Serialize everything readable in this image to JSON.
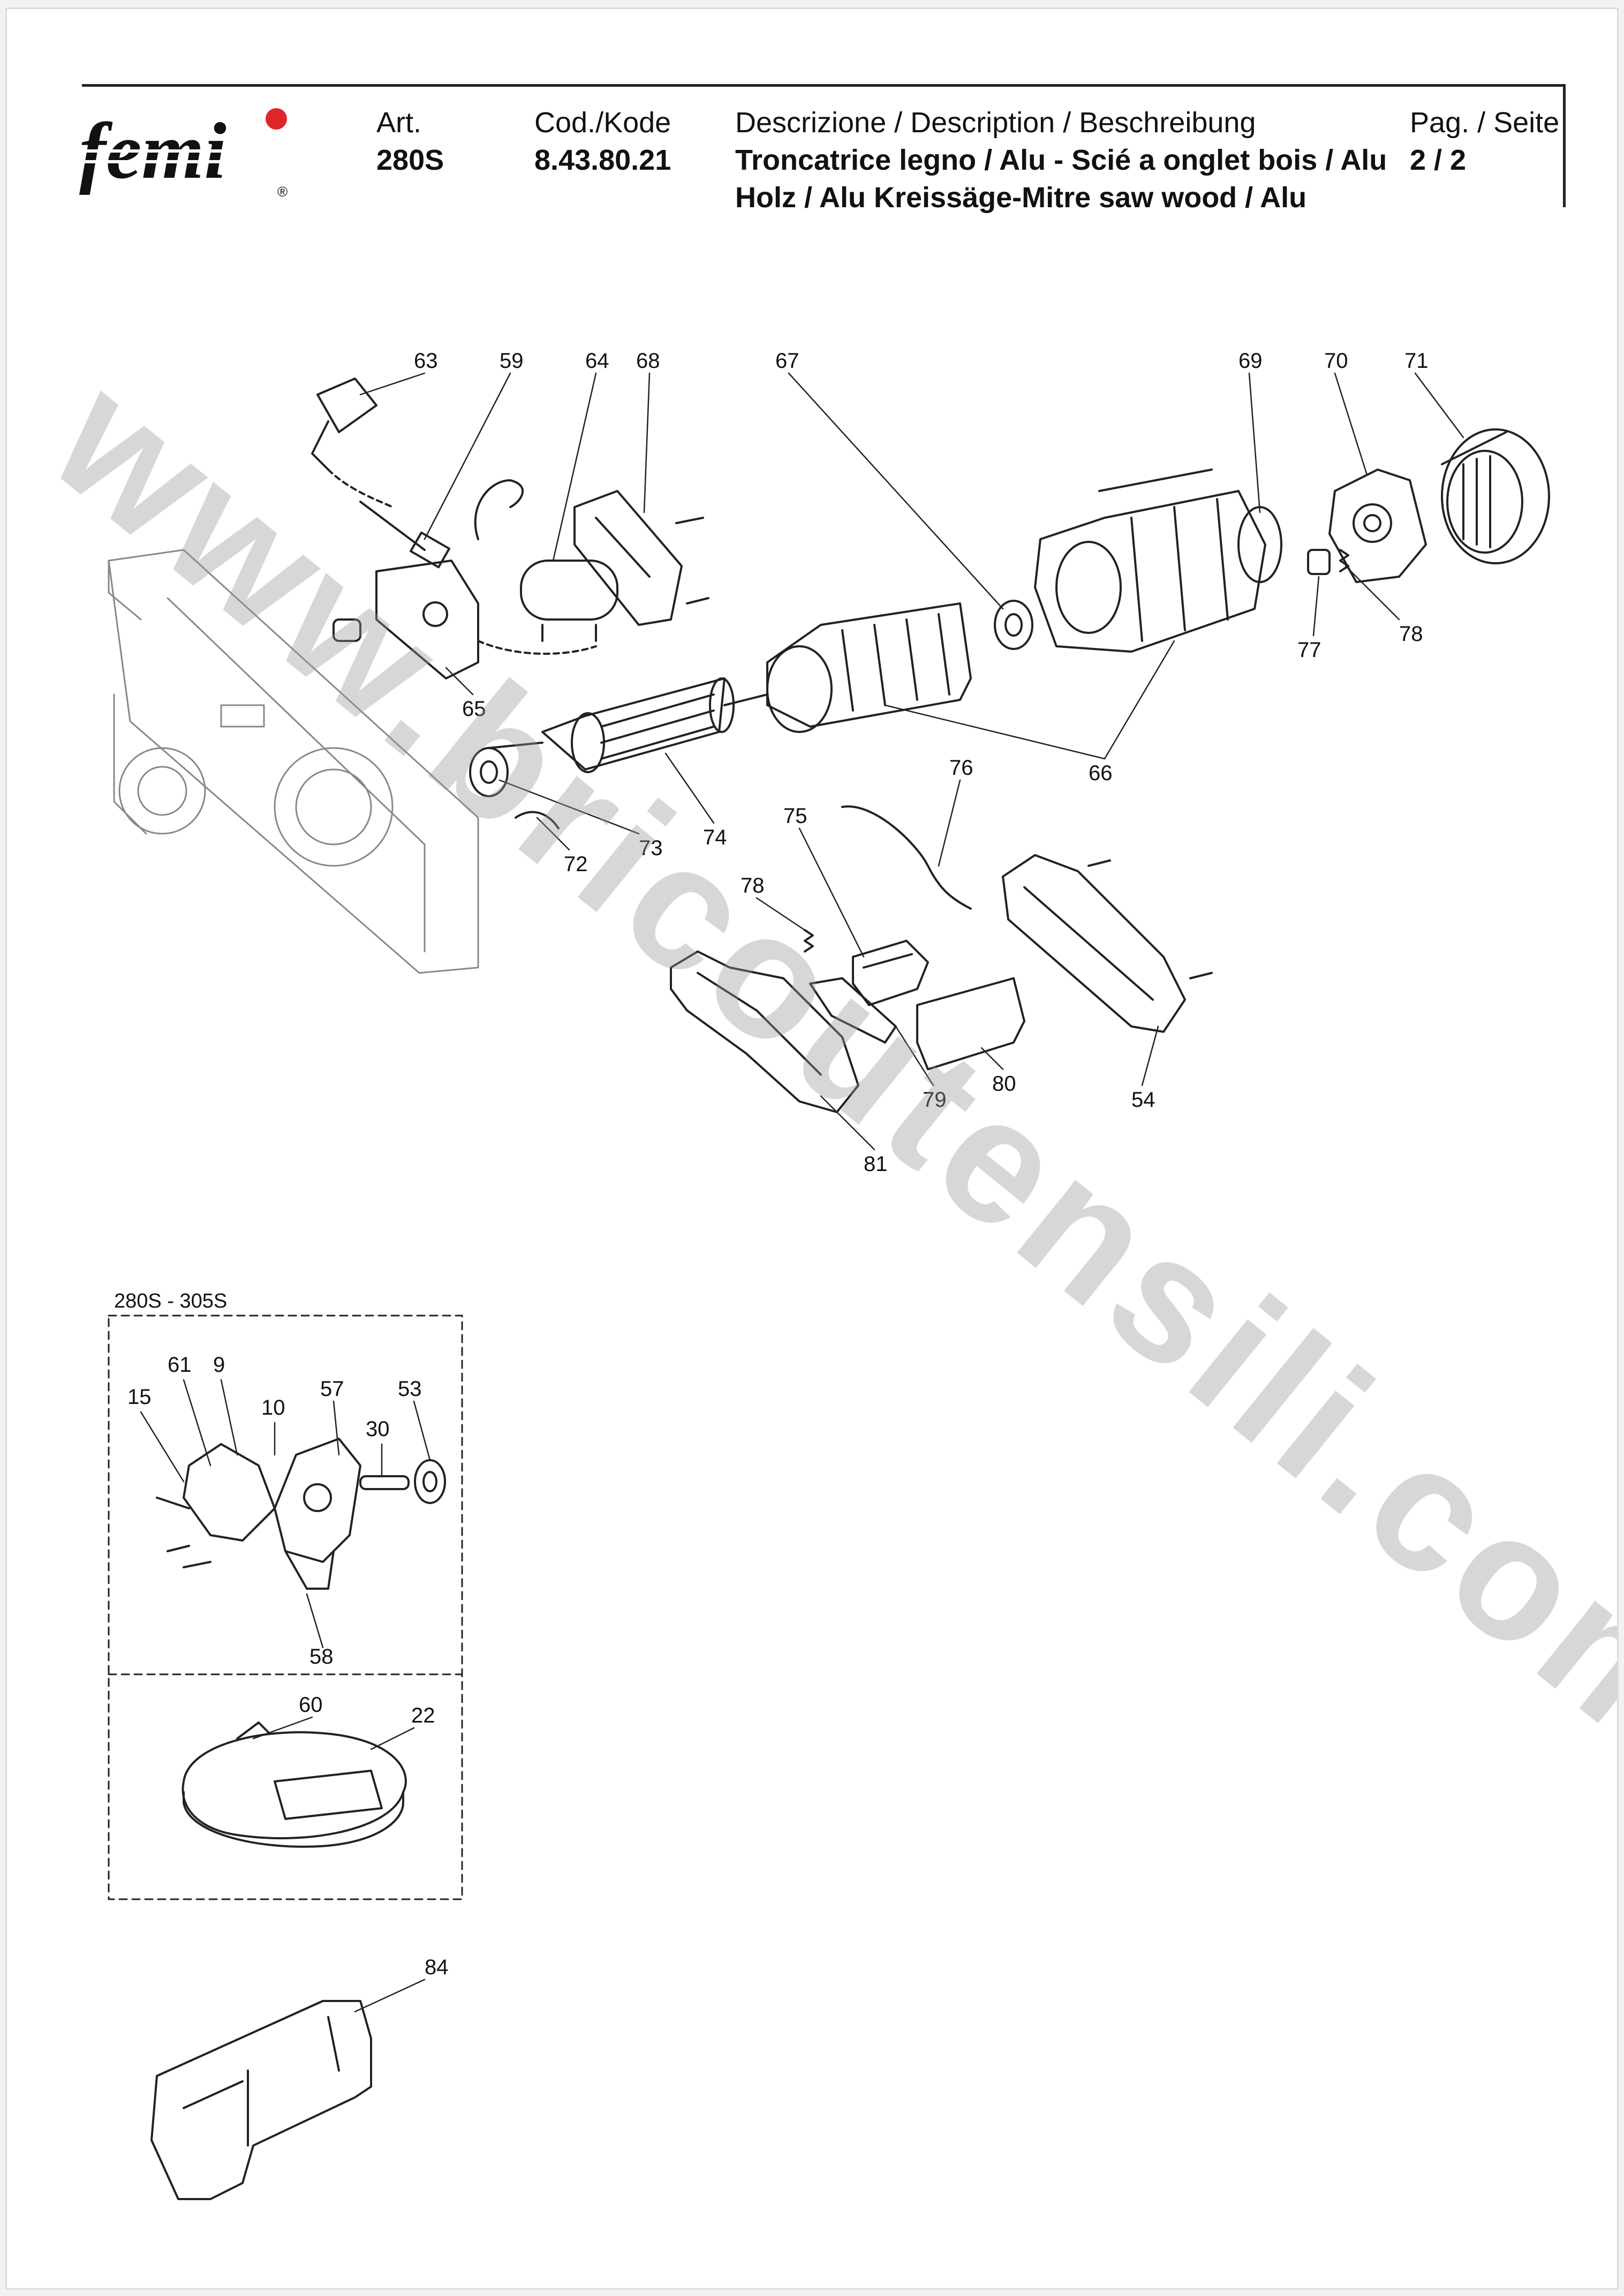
{
  "header": {
    "logo_text": "femi",
    "art_label": "Art.",
    "art_value": "280S",
    "code_label": "Cod./Kode",
    "code_value": "8.43.80.21",
    "desc_label": "Descrizione / Description / Beschreibung",
    "desc_line1": "Troncatrice legno / Alu - Scié a onglet bois / Alu",
    "desc_line2": "Holz / Alu Kreissäge-Mitre saw wood / Alu",
    "page_label": "Pag. / Seite",
    "page_value": "2 / 2"
  },
  "diagram": {
    "callouts": [
      "63",
      "59",
      "64",
      "68",
      "67",
      "69",
      "70",
      "71",
      "77",
      "78",
      "65",
      "66",
      "76",
      "74",
      "73",
      "72",
      "75",
      "78",
      "54",
      "79",
      "80",
      "81"
    ],
    "box_title": "280S - 305S",
    "box_callouts": [
      "61",
      "9",
      "10",
      "57",
      "53",
      "15",
      "30",
      "58",
      "60",
      "22"
    ],
    "bottom_callouts": [
      "84"
    ]
  },
  "watermark": "www.bricoutensili.com",
  "colors": {
    "ink": "#111111",
    "watermark": "#969696",
    "logo_dot": "#e0262b"
  }
}
